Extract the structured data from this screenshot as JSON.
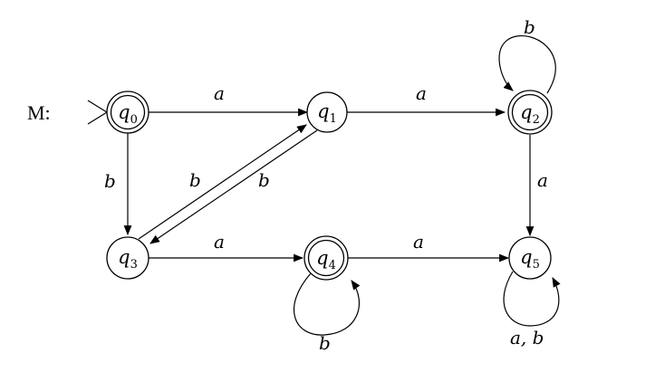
{
  "machine_label": "M:",
  "states": [
    {
      "id": "q0",
      "letter": "q",
      "sub": "0",
      "accepting": true,
      "start": true
    },
    {
      "id": "q1",
      "letter": "q",
      "sub": "1",
      "accepting": false,
      "start": false
    },
    {
      "id": "q2",
      "letter": "q",
      "sub": "2",
      "accepting": true,
      "start": false
    },
    {
      "id": "q3",
      "letter": "q",
      "sub": "3",
      "accepting": false,
      "start": false
    },
    {
      "id": "q4",
      "letter": "q",
      "sub": "4",
      "accepting": true,
      "start": false
    },
    {
      "id": "q5",
      "letter": "q",
      "sub": "5",
      "accepting": false,
      "start": false
    }
  ],
  "transitions": [
    {
      "from": "q0",
      "to": "q1",
      "label": "a"
    },
    {
      "from": "q1",
      "to": "q2",
      "label": "a"
    },
    {
      "from": "q2",
      "to": "q2",
      "label": "b"
    },
    {
      "from": "q0",
      "to": "q3",
      "label": "b"
    },
    {
      "from": "q3",
      "to": "q1",
      "label": "b"
    },
    {
      "from": "q1",
      "to": "q3",
      "label": "b"
    },
    {
      "from": "q2",
      "to": "q5",
      "label": "a"
    },
    {
      "from": "q3",
      "to": "q4",
      "label": "a"
    },
    {
      "from": "q4",
      "to": "q5",
      "label": "a"
    },
    {
      "from": "q4",
      "to": "q4",
      "label": "b"
    },
    {
      "from": "q5",
      "to": "q5",
      "label": "a, b"
    }
  ]
}
